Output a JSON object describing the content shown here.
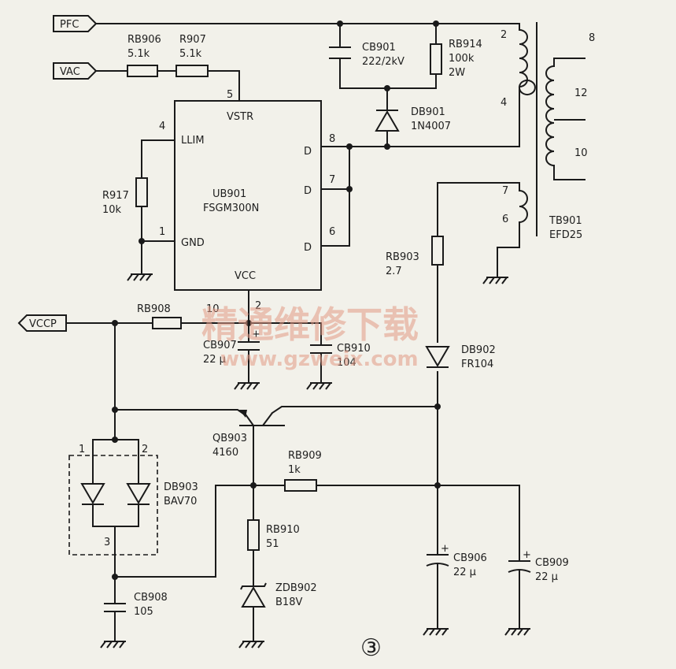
{
  "ports": {
    "pfc": "PFC",
    "vac": "VAC",
    "vccp": "VCCP"
  },
  "ic": {
    "ref": "UB901",
    "part": "FSGM300N",
    "pin_vstr": "VSTR",
    "pin_llim": "LLIM",
    "pin_gnd": "GND",
    "pin_vcc": "VCC",
    "pin_d": "D",
    "n5": "5",
    "n4": "4",
    "n1": "1",
    "n2": "2",
    "n8": "8",
    "n7": "7",
    "n6": "6"
  },
  "components": {
    "rb906": {
      "ref": "RB906",
      "value": "5.1k"
    },
    "r907": {
      "ref": "R907",
      "value": "5.1k"
    },
    "r917": {
      "ref": "R917",
      "value": "10k"
    },
    "cb901": {
      "ref": "CB901",
      "value": "222/2kV"
    },
    "rb914": {
      "ref": "RB914",
      "value": "100k",
      "rating": "2W"
    },
    "db901": {
      "ref": "DB901",
      "value": "1N4007"
    },
    "rb903": {
      "ref": "RB903",
      "value": "2.7"
    },
    "rb908": {
      "ref": "RB908",
      "value": "10"
    },
    "cb907": {
      "ref": "CB907",
      "value": "22 μ"
    },
    "cb910": {
      "ref": "CB910",
      "value": "104"
    },
    "db902": {
      "ref": "DB902",
      "value": "FR104"
    },
    "qb903": {
      "ref": "QB903",
      "value": "4160"
    },
    "rb909": {
      "ref": "RB909",
      "value": "1k"
    },
    "db903": {
      "ref": "DB903",
      "value": "BAV70",
      "pin1": "1",
      "pin2": "2",
      "pin3": "3"
    },
    "rb910": {
      "ref": "RB910",
      "value": "51"
    },
    "zdb902": {
      "ref": "ZDB902",
      "value": "B18V"
    },
    "cb908": {
      "ref": "CB908",
      "value": "105"
    },
    "cb906": {
      "ref": "CB906",
      "value": "22 μ"
    },
    "cb909": {
      "ref": "CB909",
      "value": "22 μ"
    }
  },
  "transformer": {
    "ref": "TB901",
    "core": "EFD25",
    "p2": "2",
    "p4": "4",
    "p7": "7",
    "p6": "6",
    "p8": "8",
    "p12": "12",
    "p10": "10"
  },
  "watermark": {
    "cn": "精通维修下载",
    "url": "www.gzweix.com"
  },
  "figure_label": "③",
  "colors": {
    "background": "#f2f1ea",
    "ink": "#1a1a1a",
    "watermark": "#e39a86"
  }
}
